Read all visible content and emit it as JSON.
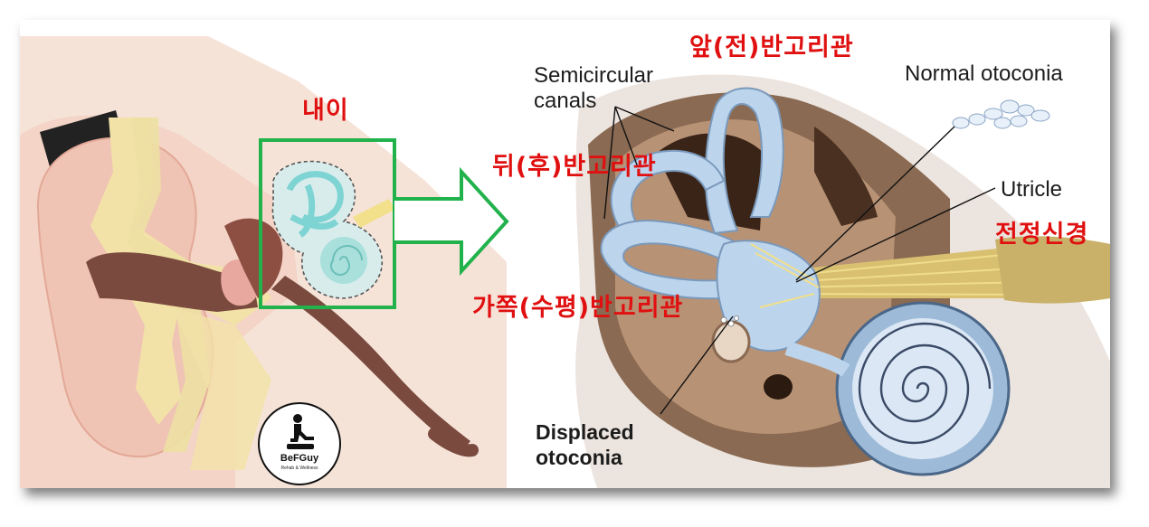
{
  "labels": {
    "inner_ear": "내이",
    "anterior_canal": "앞(전)반고리관",
    "posterior_canal": "뒤(후)반고리관",
    "horizontal_canal": "가쪽(수평)반고리관",
    "vestibular_nerve": "전정신경"
  },
  "english": {
    "semicircular_line1": "Semicircular",
    "semicircular_line2": "canals",
    "normal_otoconia": "Normal otoconia",
    "utricle": "Utricle",
    "displaced_line1": "Displaced",
    "displaced_line2": "otoconia"
  },
  "logo": {
    "name": "BeFGuy",
    "tagline": "Rehab & Wellness"
  },
  "colors": {
    "label_red": "#e01010",
    "highlight_box": "#22b24c",
    "canal_blue": "#bcd4ec",
    "nerve_yellow": "#e8d27a"
  }
}
